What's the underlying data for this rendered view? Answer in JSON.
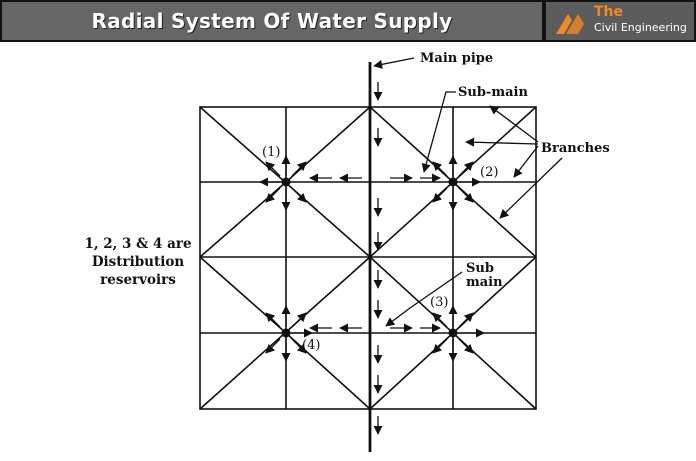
{
  "header": {
    "title": "Radial System  Of Water Supply"
  },
  "brand": {
    "line1": "The",
    "line2": "Civil Engineering",
    "accent_color": "#f08a24"
  },
  "labels": {
    "main_pipe": "Main pipe",
    "sub_main_top": "Sub-main",
    "branches": "Branches",
    "sub_main_bottom_1": "Sub",
    "sub_main_bottom_2": "main",
    "res1": "(1)",
    "res2": "(2)",
    "res3": "(3)",
    "res4": "(4)"
  },
  "note": {
    "line1": "1, 2, 3 & 4 are",
    "line2": "Distribution",
    "line3": "reservoirs"
  }
}
